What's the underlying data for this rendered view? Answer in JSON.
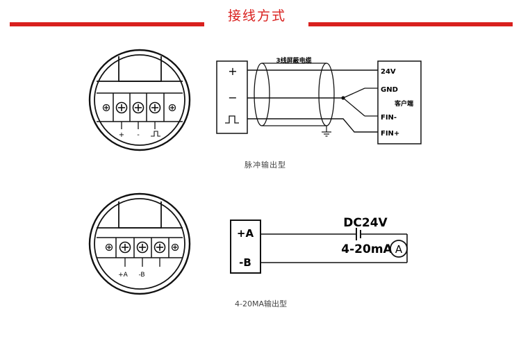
{
  "header": {
    "title": "接线方式"
  },
  "pulse": {
    "caption": "脉冲输出型",
    "terminal_labels": [
      "+",
      "-"
    ],
    "box_plus": "+",
    "box_minus": "−",
    "cable_label": "3线屏蔽电缆",
    "client_box": {
      "title": "客户端",
      "v24": "24V",
      "gnd": "GND",
      "fin_minus": "FIN-",
      "fin_plus": "FIN+"
    }
  },
  "current": {
    "caption": "4-20MA输出型",
    "terminal_labels": [
      "+A",
      "-B"
    ],
    "box_plus": "+A",
    "box_minus": "-B",
    "supply_label": "DC24V",
    "range_label": "4-20mA",
    "meter_symbol": "A"
  }
}
